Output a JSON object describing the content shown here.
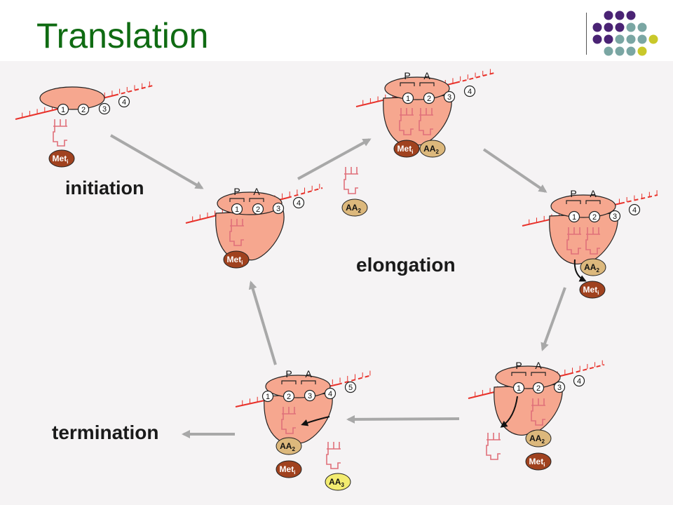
{
  "title": "Translation",
  "labels": {
    "initiation": "initiation",
    "elongation": "elongation",
    "termination": "termination"
  },
  "site_labels": {
    "p": "P",
    "a": "A"
  },
  "codons": [
    "1",
    "2",
    "3",
    "4",
    "5"
  ],
  "aa": {
    "met": "Met",
    "met_sub": "i",
    "aa2": "AA",
    "aa2_sub": "2",
    "aa3": "AA",
    "aa3_sub": "3"
  },
  "colors": {
    "title": "#0f6b12",
    "ribosome": "#f6a78f",
    "mrna": "#e8312a",
    "trna": "#e0707a",
    "met_fill": "#a0421f",
    "aa2_fill": "#dcb87c",
    "aa3_fill": "#f3ec70",
    "arrow": "#a8a8a8",
    "dot_purple": "#4a2374",
    "dot_teal": "#7aa6a3",
    "dot_yellow": "#c9c82a"
  }
}
